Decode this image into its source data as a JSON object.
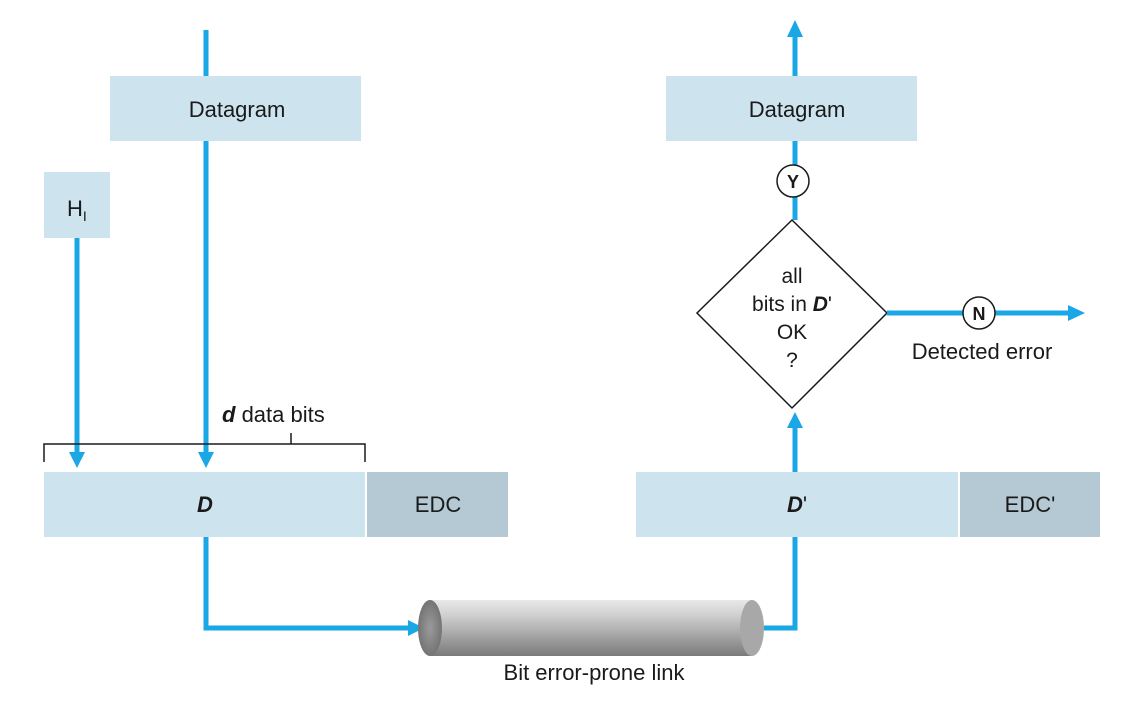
{
  "colors": {
    "flow": "#1aa7e6",
    "box_light": "#cde3ee",
    "box_dark": "#b4c9d4",
    "outline": "#1a1a1a",
    "text": "#1a1a1a"
  },
  "sender": {
    "datagram_label": "Datagram",
    "header_label_main": "H",
    "header_label_sub": "I",
    "data_bits_label_italic": "d",
    "data_bits_label_rest": " data bits",
    "data_field_label": "D",
    "edc_label": "EDC"
  },
  "receiver": {
    "datagram_label": "Datagram",
    "yes_label": "Y",
    "no_label": "N",
    "decision_line1": "all",
    "decision_line2_prefix": "bits in ",
    "decision_line2_italic": "D",
    "decision_line2_suffix": "'",
    "decision_line3": "OK",
    "decision_line4": "?",
    "error_label": "Detected error",
    "data_field_label_italic": "D",
    "data_field_label_suffix": "'",
    "edc_label": "EDC'"
  },
  "link": {
    "label": "Bit error-prone link"
  }
}
